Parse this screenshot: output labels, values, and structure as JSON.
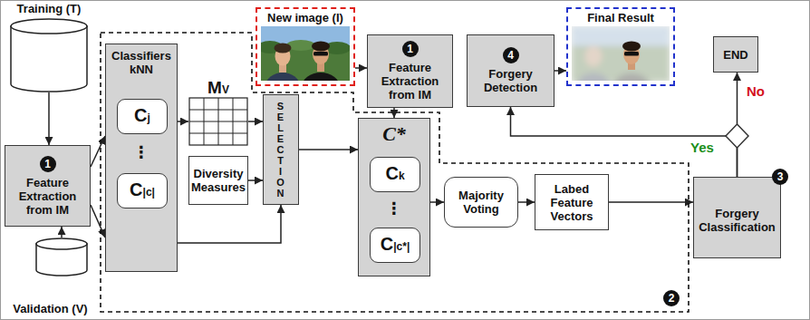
{
  "diagram": {
    "nodes": [
      {
        "text": [
          "Training (T)"
        ]
      },
      {
        "text": [
          "1",
          "Feature Extraction from IM"
        ]
      },
      {
        "text": [
          "Validation (V)"
        ]
      },
      {
        "text": [
          "2"
        ]
      },
      {
        "text": [
          "Classifiers kNN"
        ],
        "in": 3
      },
      {
        "text": [
          "Cj"
        ],
        "in": 4
      },
      {
        "text": [
          "C|c|"
        ],
        "in": 4
      },
      {
        "text": [
          "MV"
        ],
        "in": 3
      },
      {
        "text": [
          "Diversity Measures"
        ],
        "in": 3
      },
      {
        "text": [
          "SELECTION"
        ],
        "in": 3
      },
      {
        "text": [
          "C*"
        ],
        "in": 3
      },
      {
        "text": [
          "Ck"
        ],
        "in": 10
      },
      {
        "text": [
          "C|c*|"
        ],
        "in": 10
      },
      {
        "text": [
          "Majority Voting"
        ],
        "in": 3
      },
      {
        "text": [
          "Labed Feature Vectors"
        ],
        "in": 3
      },
      {
        "text": [
          "New image (I)"
        ]
      },
      {
        "text": [
          "1",
          "Feature Extraction from IM"
        ]
      },
      {
        "text": [
          "4",
          "Forgery Detection"
        ]
      },
      {
        "text": [
          "Final Result"
        ]
      },
      {
        "text": [
          "END"
        ]
      },
      {
        "text": [
          "3",
          "Forgery Classification"
        ]
      }
    ],
    "edges": [
      {
        "from": 0,
        "to": 1,
        "arrow": "to"
      },
      {
        "from": 2,
        "to": 1,
        "arrow": "to"
      },
      {
        "from": 1,
        "to": 4,
        "arrow": "to"
      },
      {
        "from": 1,
        "to": 4,
        "arrow": "to"
      },
      {
        "from": 4,
        "to": 7,
        "arrow": "to"
      },
      {
        "from": 7,
        "to": 9,
        "arrow": "to"
      },
      {
        "from": 8,
        "to": 9,
        "arrow": "to"
      },
      {
        "from": 4,
        "to": 9,
        "arrow": "to"
      },
      {
        "from": 9,
        "to": 10,
        "arrow": "to"
      },
      {
        "from": 15,
        "to": 16,
        "arrow": "to"
      },
      {
        "from": 16,
        "to": 10,
        "arrow": "to"
      },
      {
        "from": 10,
        "to": 13,
        "arrow": "to"
      },
      {
        "from": 13,
        "to": 14,
        "arrow": "to"
      },
      {
        "from": 14,
        "to": 20,
        "arrow": "to"
      },
      {
        "from": 20,
        "to": 19,
        "label": "No",
        "arrow": "to"
      },
      {
        "from": 20,
        "to": 17,
        "label": "Yes",
        "arrow": "to"
      },
      {
        "from": 17,
        "to": 18,
        "arrow": "to"
      }
    ],
    "labels": [
      "⋮",
      "⋮"
    ]
  }
}
